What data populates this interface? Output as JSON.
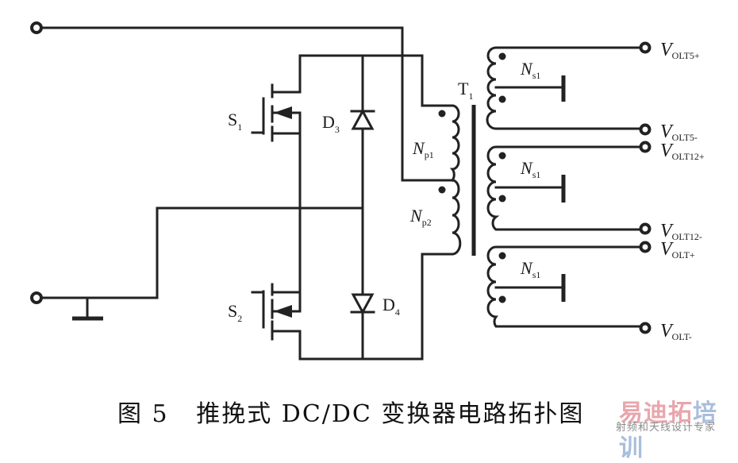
{
  "diagram": {
    "type": "circuit-schematic",
    "components": {
      "switch_1": {
        "label": "S",
        "sub": "1"
      },
      "switch_2": {
        "label": "S",
        "sub": "2"
      },
      "diode_3": {
        "label": "D",
        "sub": "3"
      },
      "diode_4": {
        "label": "D",
        "sub": "4"
      },
      "transformer": {
        "label": "T",
        "sub": "1"
      },
      "primary_1": {
        "label": "N",
        "sub": "p1"
      },
      "primary_2": {
        "label": "N",
        "sub": "p2"
      },
      "secondaries": [
        {
          "label": "N",
          "sub": "s1"
        },
        {
          "label": "N",
          "sub": "s1"
        },
        {
          "label": "N",
          "sub": "s1"
        }
      ]
    },
    "outputs": [
      {
        "label": "V",
        "sub": "OLT5+"
      },
      {
        "label": "V",
        "sub": "OLT5-"
      },
      {
        "label": "V",
        "sub": "OLT12+"
      },
      {
        "label": "V",
        "sub": "OLT12-"
      },
      {
        "label": "V",
        "sub": "OLT+"
      },
      {
        "label": "V",
        "sub": "OLT-"
      }
    ]
  },
  "caption": {
    "figure": "图 5",
    "title": "推挽式 DC/DC 变换器电路拓扑图"
  },
  "watermark": {
    "brand_part1": "易迪拓",
    "brand_part2": "培训",
    "tagline": "射频和天线设计专家",
    "color_red": "#e8a6ad",
    "color_blue": "#a9bedc"
  }
}
